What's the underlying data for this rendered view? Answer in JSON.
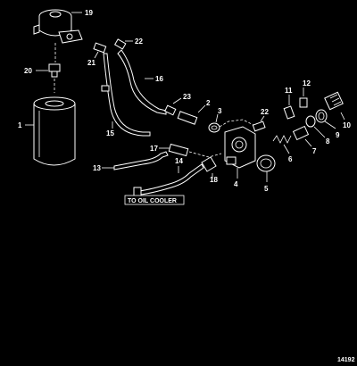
{
  "diagram": {
    "callouts": {
      "c1": "1",
      "c2": "2",
      "c3": "3",
      "c4": "4",
      "c5": "5",
      "c6": "6",
      "c7": "7",
      "c8": "8",
      "c9": "9",
      "c10": "10",
      "c11": "11",
      "c12": "12",
      "c13": "13",
      "c14": "14",
      "c15": "15",
      "c16": "16",
      "c17": "17",
      "c18": "18",
      "c19": "19",
      "c20": "20",
      "c21": "21",
      "c22a": "22",
      "c22b": "22",
      "c23": "23"
    },
    "destination_label": "TO OIL COOLER",
    "figure_number": "14192"
  }
}
